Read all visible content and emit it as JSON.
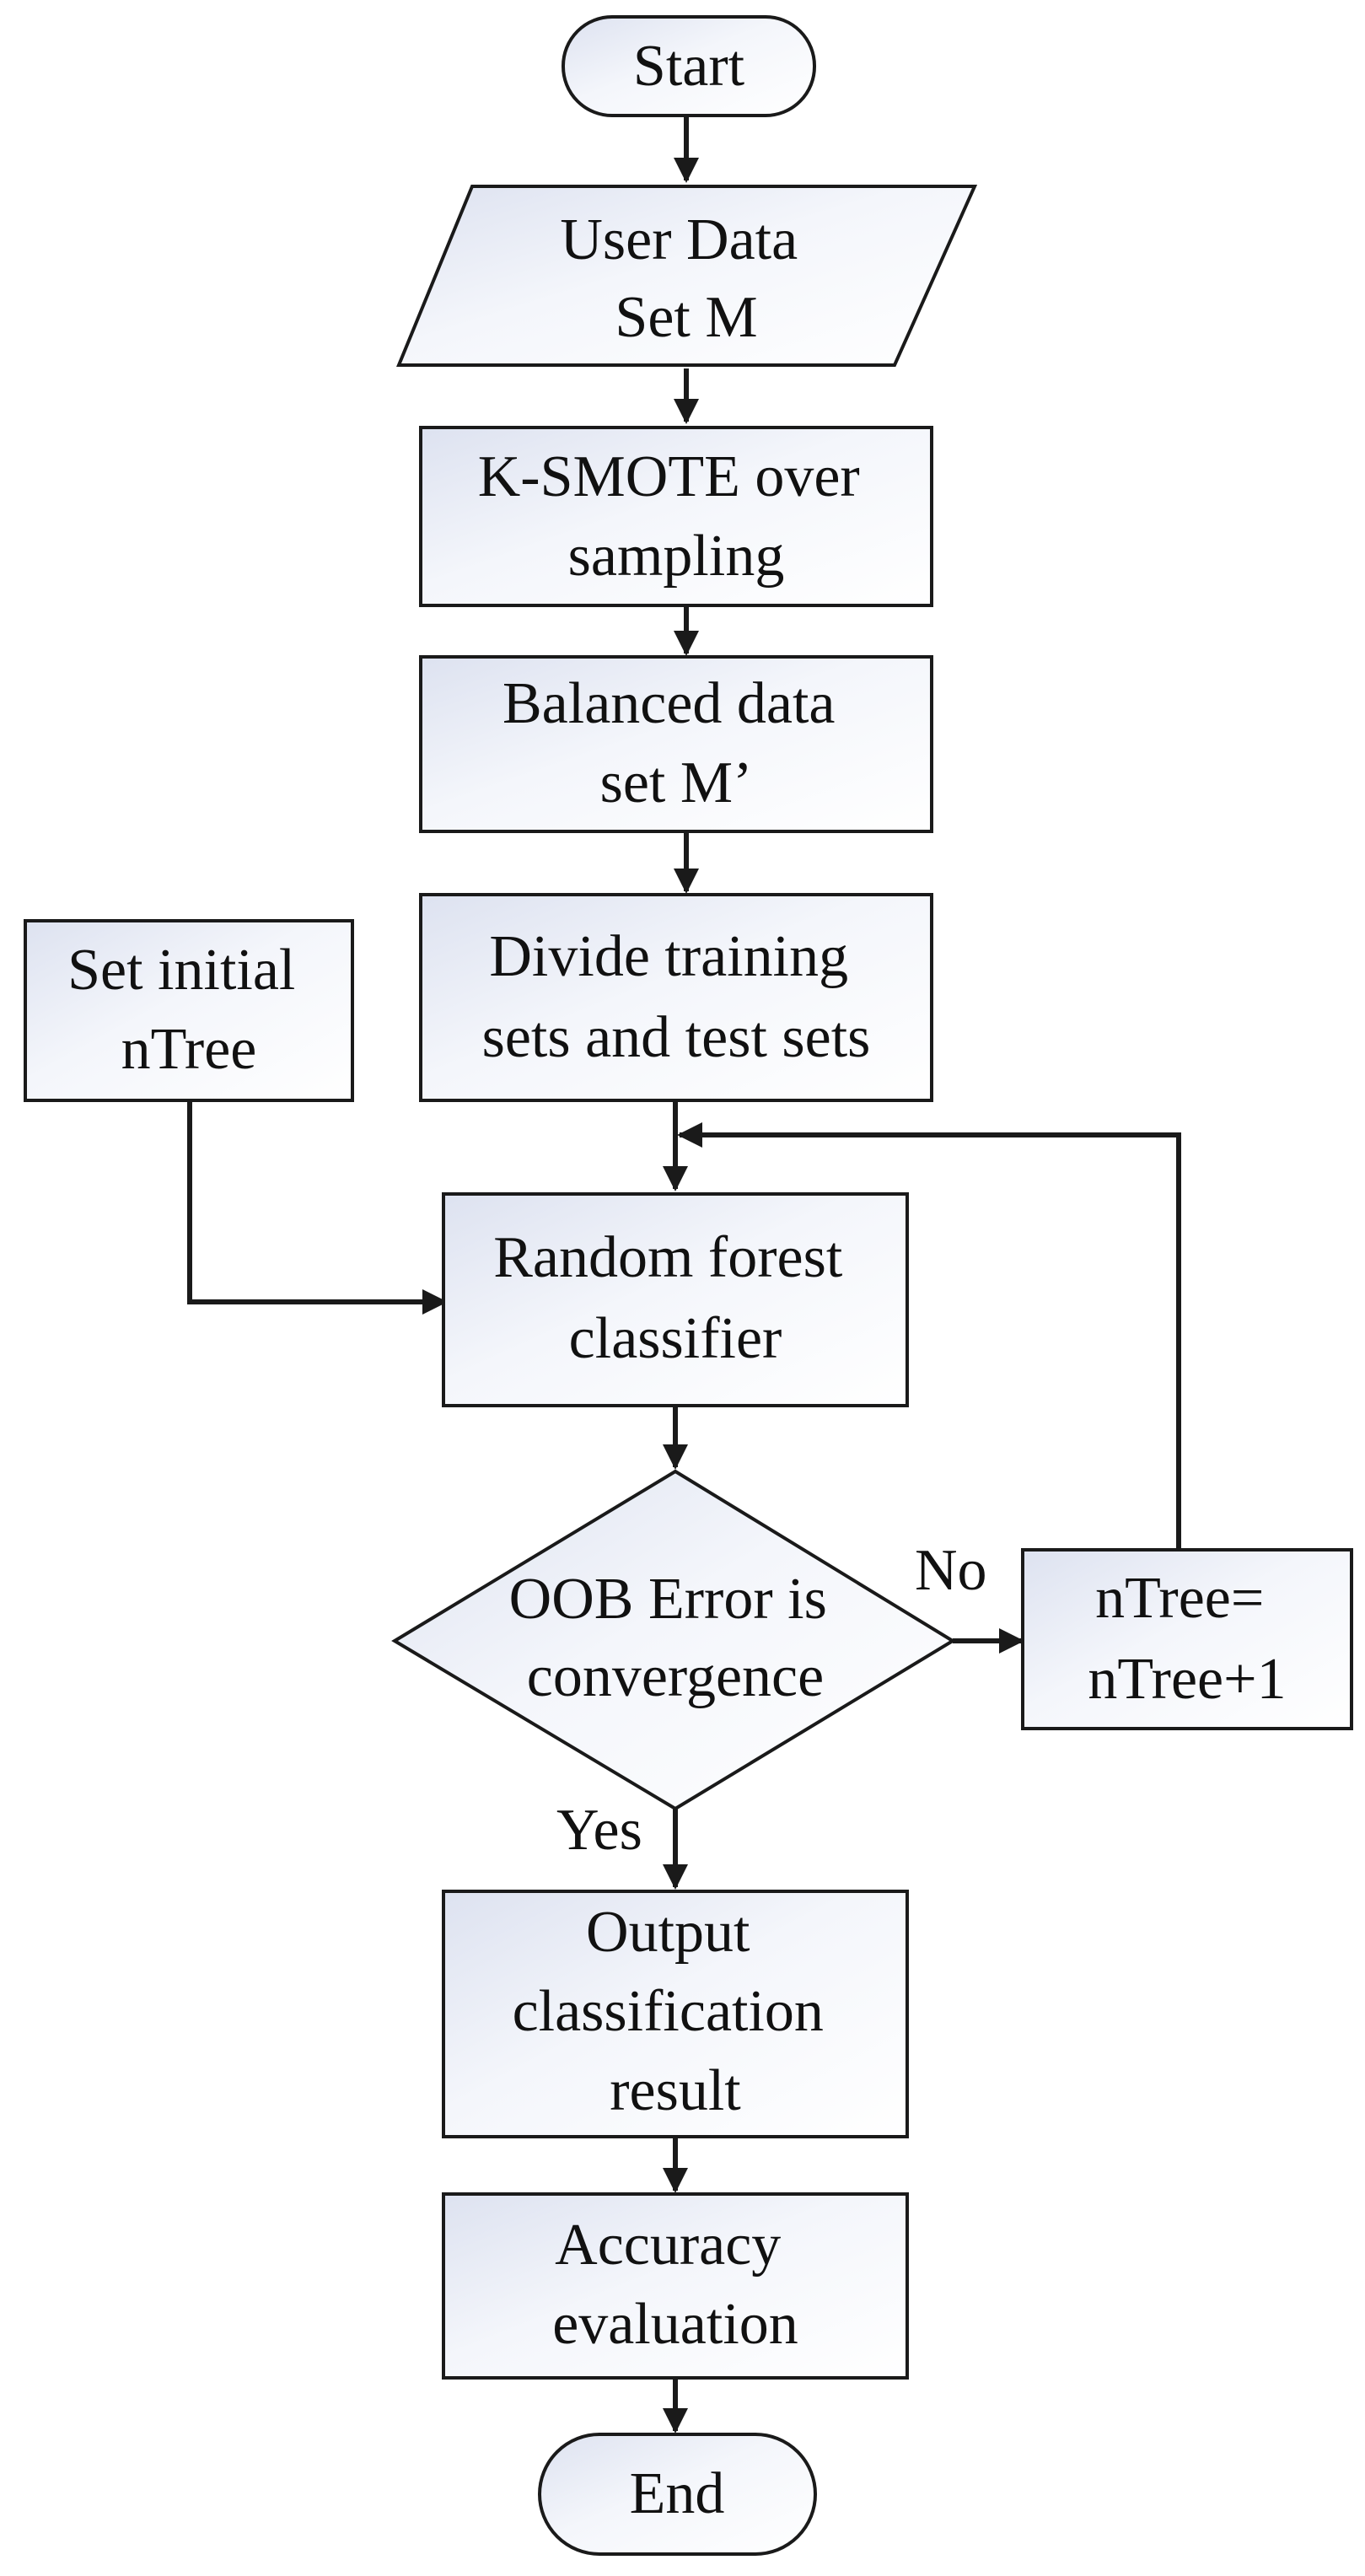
{
  "nodes": {
    "start": {
      "lines": [
        "Start"
      ]
    },
    "input": {
      "lines": [
        "User Data",
        "Set M"
      ]
    },
    "smote": {
      "lines": [
        "K-SMOTE over",
        "sampling"
      ]
    },
    "balanced": {
      "lines": [
        "Balanced data",
        "set M’"
      ]
    },
    "divide": {
      "lines": [
        "Divide training",
        "sets and test sets"
      ]
    },
    "initial": {
      "lines": [
        "Set initial",
        "nTree"
      ]
    },
    "rf": {
      "lines": [
        "Random forest",
        "classifier"
      ]
    },
    "decision": {
      "lines": [
        "OOB Error is",
        "convergence"
      ]
    },
    "increment": {
      "lines": [
        "nTree=",
        "nTree+1"
      ]
    },
    "output": {
      "lines": [
        "Output",
        "classification",
        "result"
      ]
    },
    "accuracy": {
      "lines": [
        "Accuracy",
        "evaluation"
      ]
    },
    "end": {
      "lines": [
        "End"
      ]
    }
  },
  "edges": {
    "no_label": "No",
    "yes_label": "Yes"
  }
}
